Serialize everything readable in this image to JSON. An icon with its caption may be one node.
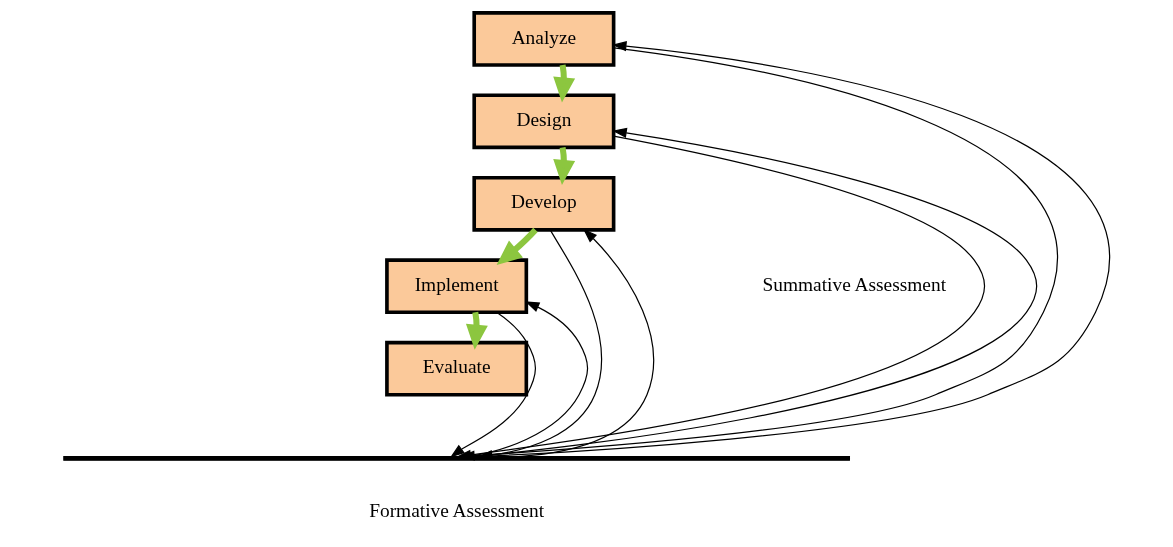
{
  "diagram": {
    "nodes": [
      {
        "text": [
          "Analyze"
        ]
      },
      {
        "text": [
          "Design"
        ]
      },
      {
        "text": [
          "Develop"
        ]
      },
      {
        "text": [
          "Implement"
        ]
      },
      {
        "text": [
          "Evaluate"
        ]
      },
      {
        "text": [],
        "shape": "bar"
      }
    ],
    "edges": [
      {
        "from": 0,
        "to": 1,
        "arrow": "to",
        "style": "thick",
        "color": "#8cc63f"
      },
      {
        "from": 1,
        "to": 2,
        "arrow": "to",
        "style": "thick",
        "color": "#8cc63f"
      },
      {
        "from": 2,
        "to": 3,
        "arrow": "to",
        "style": "thick",
        "color": "#8cc63f"
      },
      {
        "from": 3,
        "to": 4,
        "arrow": "to",
        "style": "thick",
        "color": "#8cc63f"
      },
      {
        "from": 0,
        "to": 5,
        "arrow": "to"
      },
      {
        "from": 5,
        "to": 0,
        "arrow": "to"
      },
      {
        "from": 1,
        "to": 5,
        "arrow": "to"
      },
      {
        "from": 5,
        "to": 1,
        "arrow": "to"
      },
      {
        "from": 2,
        "to": 5,
        "arrow": "to"
      },
      {
        "from": 5,
        "to": 2,
        "arrow": "to"
      },
      {
        "from": 5,
        "to": 3,
        "arrow": "to"
      },
      {
        "from": 3,
        "to": 5,
        "arrow": "to"
      }
    ],
    "labels": [
      "Summative Assessment",
      "Formative Assessment"
    ]
  }
}
